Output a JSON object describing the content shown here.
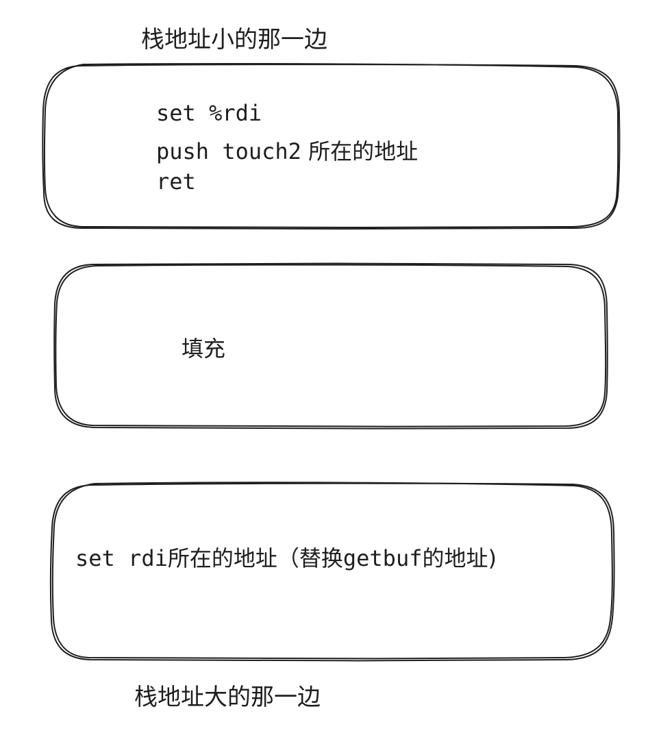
{
  "diagram": {
    "top_label": "栈地址小的那一边",
    "bottom_label": "栈地址大的那一边",
    "boxes": [
      {
        "id": "top",
        "lines": [
          {
            "code": "set %rdi",
            "text": ""
          },
          {
            "code": "push touch2",
            "text": " 所在的地址"
          },
          {
            "code": "ret",
            "text": ""
          }
        ]
      },
      {
        "id": "middle",
        "text": "填充"
      },
      {
        "id": "bottom",
        "parts": [
          {
            "code": "set rdi",
            "text": "所在的地址（替换"
          },
          {
            "code": "getbuf",
            "text": "的地址)"
          }
        ]
      }
    ],
    "stroke_color": "#1e1e1e",
    "background_color": "#ffffff"
  }
}
